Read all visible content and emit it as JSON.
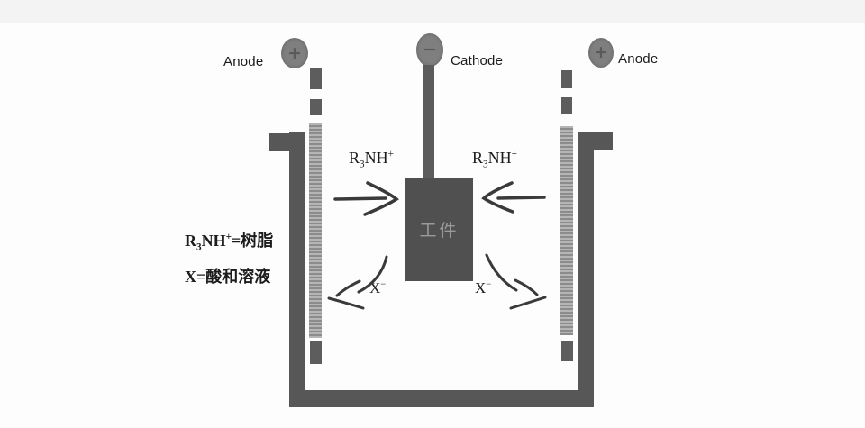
{
  "labels": {
    "anode_left": "Anode",
    "cathode": "Cathode",
    "anode_right": "Anode",
    "workpiece": "工件"
  },
  "terminals": {
    "anode_sign": "+",
    "cathode_sign": "−"
  },
  "ions": {
    "r3nh": {
      "base1": "R",
      "sub": "3",
      "base2": "NH",
      "sup": "+"
    },
    "x": {
      "base": "X",
      "sup": "−"
    }
  },
  "legend": {
    "line1": {
      "base1": "R",
      "sub": "3",
      "base2": "NH",
      "sup": "+",
      "rest": "=树脂"
    },
    "line2": "X=酸和溶液"
  },
  "colors": {
    "tank": "#575757",
    "electrode_bar": "#9c9c9c",
    "electrode_cap": "#5d5d5d",
    "rod": "#5c5c5c",
    "workpiece": "#505050",
    "workpiece_text": "#9a9a9a",
    "terminal": "#7f7f7f",
    "terminal_sign": "#4e4e4e",
    "arrow": "#3a3a3a"
  }
}
